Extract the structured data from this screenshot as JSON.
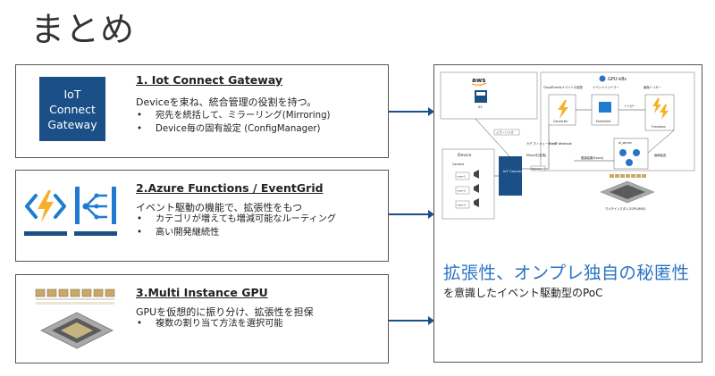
{
  "page": {
    "title": "まとめ"
  },
  "cards": [
    {
      "title": "1. Iot Connect Gateway",
      "badge_lines": [
        "IoT",
        "Connect",
        "Gateway"
      ],
      "desc": "Deviceを束ね、統合管理の役割を持つ。",
      "bullets": [
        "宛先を統括して、ミラーリング(Mirroring)",
        "Device毎の固有設定 (ConfigManager)"
      ]
    },
    {
      "title": "2.Azure Functions / EventGrid",
      "icons": [
        "azure-functions-icon",
        "event-grid-icon"
      ],
      "desc": "イベント駆動の機能で、拡張性をもつ",
      "bullets": [
        "カテゴリが増えても増減可能なルーティング",
        "高い開発継続性"
      ]
    },
    {
      "title": "3.Multi Instance GPU",
      "icons": [
        "gpu-chip-icon"
      ],
      "desc": "GPUを仮想的に振り分け、拡張性を担保",
      "bullets": [
        "複数の割り当て方法を選択可能"
      ]
    }
  ],
  "right_panel": {
    "heading": "拡張性、オンプレ独自の秘匿性",
    "subtext": "を意識したイベント駆動型のPoC",
    "diagram": {
      "aws_label": "aws",
      "s3_label": "S3",
      "gpu_k8s_label": "GPU-k8s",
      "cloudevents_label": "CloudEventsイベントの変換",
      "event_handler_label": "イベントハンドラー",
      "recognition_trigger_label": "画像トリガー",
      "converter_label": "Converter",
      "eventgrid_label": "EventGrid",
      "functions_label": "Functions",
      "trigger_label": "トリガー",
      "mirroring_label": "ミラーリング",
      "device_label": "Device",
      "camera_label": "Camera",
      "icg_label": "IoT Connect Gateway",
      "event_webhook_label": "Event Webhook",
      "category_queue_label": "カテゴリ キューイング",
      "mirror_label": "Mirror先(変換)",
      "upload_label": "Upload",
      "ai_server_label": "ai_server",
      "result_post_label": "推論結果(Event)",
      "image_send_label": "画像転送",
      "gpu_caption": "マルチインスタンスGPU(MIG)",
      "cam_labels": [
        "cam-1",
        "cam-2",
        "cam-3"
      ]
    }
  },
  "colors": {
    "accent": "#1b4f87",
    "heading_blue": "#2a74c4",
    "arrow": "#1b4f87",
    "functions_yellow": "#f6b12c",
    "azure_blue": "#1f7ad2"
  }
}
